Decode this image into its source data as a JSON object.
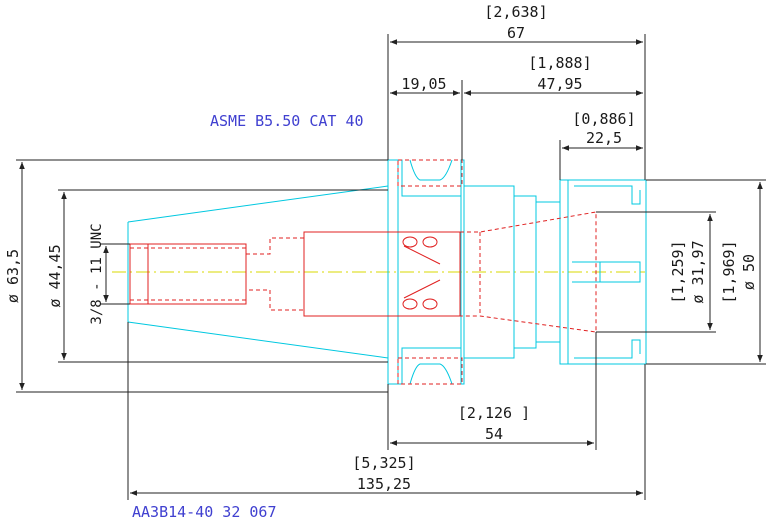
{
  "title": "ASME B5.50 CAT 40",
  "part_number": "AA3B14-40 32 067",
  "colors": {
    "outline": "#00c8e0",
    "hidden": "#e02020",
    "dimension": "#222222",
    "centerline": "#d8d800",
    "label": "#4040d0"
  },
  "dimensions": {
    "overall_gauge_inch": "[2,638]",
    "overall_gauge_mm": "67",
    "flange": "19,05",
    "body_inch": "[1,888]",
    "body_mm": "47,95",
    "nut_inch": "[0,886]",
    "nut_mm": "22,5",
    "diam_flange": "ø 63,5",
    "diam_taper": "ø 44,45",
    "thread": "3/8 - 11 UNC",
    "diam_bore_inch": "[1,259]",
    "diam_bore_mm": "ø 31,97",
    "diam_nut_inch": "[1,969]",
    "diam_nut_mm": "ø 50",
    "projection_inch": "[2,126 ]",
    "projection_mm": "54",
    "total_inch": "[5,325]",
    "total_mm": "135,25"
  }
}
